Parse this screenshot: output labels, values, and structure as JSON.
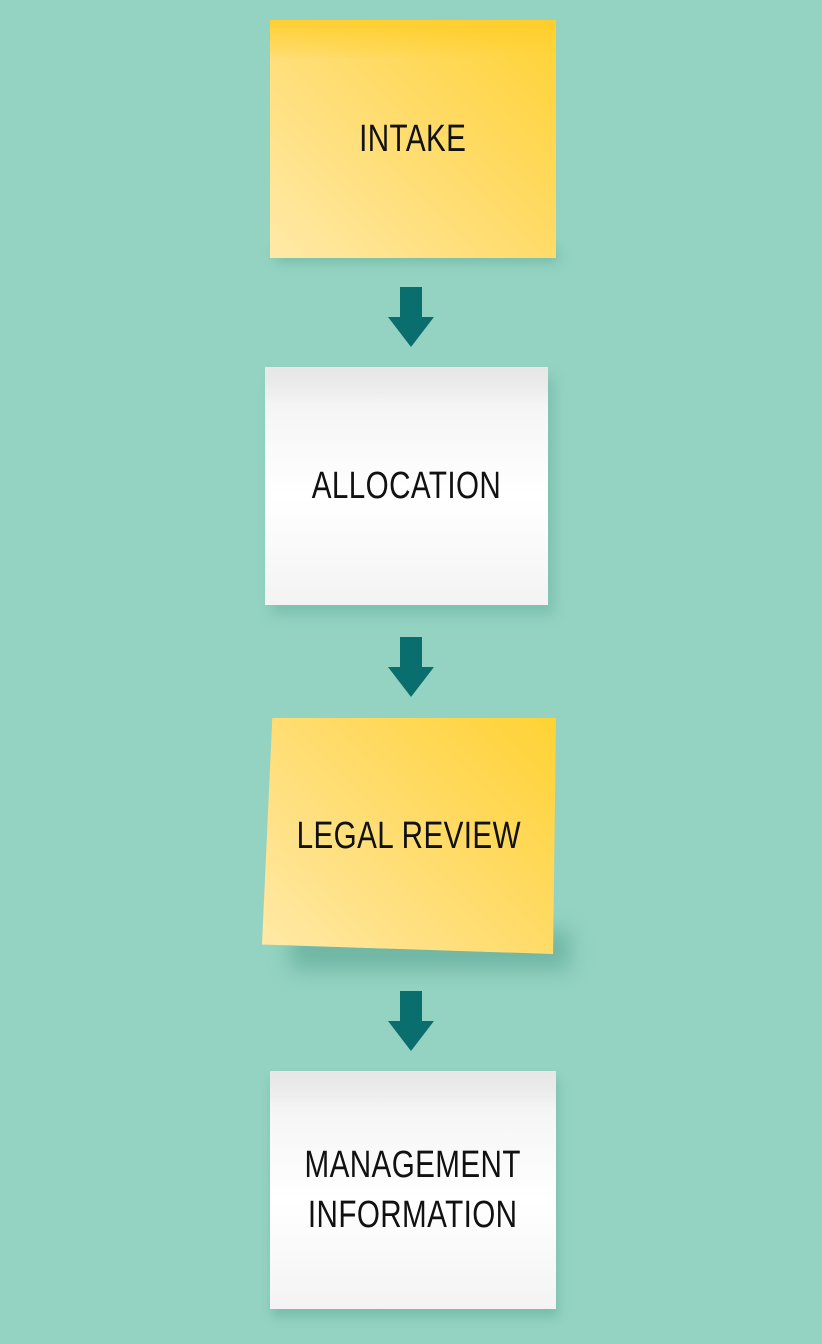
{
  "diagram": {
    "steps": [
      {
        "label": "INTAKE",
        "color": "yellow"
      },
      {
        "label": "ALLOCATION",
        "color": "white"
      },
      {
        "label": "LEGAL REVIEW",
        "color": "yellow"
      },
      {
        "label": "MANAGEMENT\nINFORMATION",
        "color": "white"
      }
    ],
    "background_color": "#94d3c2",
    "arrow_color": "#0b6e6e",
    "yellow_color": "#ffd234",
    "white_color": "#ffffff",
    "connector_icon": "arrow-down-icon"
  }
}
